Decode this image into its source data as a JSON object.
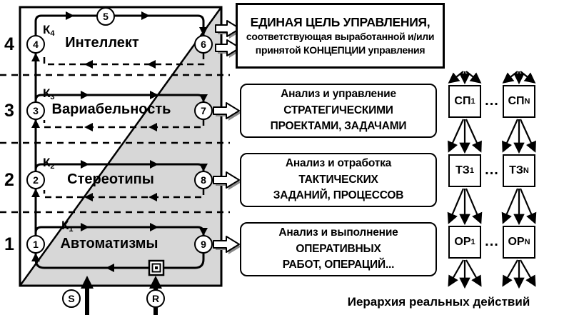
{
  "colors": {
    "shade_triangle": "#d7d7d7",
    "line": "#000000",
    "arrow_shadow": "#8a8a8a"
  },
  "pyramid": {
    "levels": [
      {
        "index": "4",
        "label": "Интеллект",
        "k_base": "К",
        "k_sub": "4",
        "left_circle": "4",
        "right_circle": "6"
      },
      {
        "index": "3",
        "label": "Вариабельность",
        "k_base": "К",
        "k_sub": "3",
        "left_circle": "3",
        "right_circle": "7"
      },
      {
        "index": "2",
        "label": "Стереотипы",
        "k_base": "К",
        "k_sub": "2",
        "left_circle": "2",
        "right_circle": "8"
      },
      {
        "index": "1",
        "label": "Автоматизмы",
        "k_base": "К",
        "k_sub": "1",
        "left_circle": "1",
        "right_circle": "9"
      }
    ],
    "top_circle": "5",
    "input_s": "S",
    "input_r": "R"
  },
  "goal_box": {
    "line1": "ЕДИНАЯ ЦЕЛЬ УПРАВЛЕНИЯ,",
    "line2": "соответствующая выработанной и/или",
    "line3": "принятой КОНЦЕПЦИИ управления"
  },
  "task_boxes": [
    {
      "line1": "Анализ и управление",
      "line2": "СТРАТЕГИЧЕСКИМИ",
      "line3": "ПРОЕКТАМИ, ЗАДАЧАМИ"
    },
    {
      "line1": "Анализ и отработка",
      "line2": "ТАКТИЧЕСКИХ",
      "line3": "ЗАДАНИЙ, ПРОЦЕССОВ"
    },
    {
      "line1": "Анализ и выполнение",
      "line2": "ОПЕРАТИВНЫХ",
      "line3": "РАБОТ, ОПЕРАЦИЙ..."
    }
  ],
  "hierarchy": {
    "rows": [
      {
        "first_base": "СП",
        "first_sub": "1",
        "dots": "...",
        "last_base": "СП",
        "last_sub": "N"
      },
      {
        "first_base": "ТЗ",
        "first_sub": "1",
        "dots": "...",
        "last_base": "ТЗ",
        "last_sub": "N"
      },
      {
        "first_base": "ОР",
        "first_sub": "1",
        "dots": "...",
        "last_base": "ОР",
        "last_sub": "N"
      }
    ],
    "caption": "Иерархия реальных действий"
  }
}
